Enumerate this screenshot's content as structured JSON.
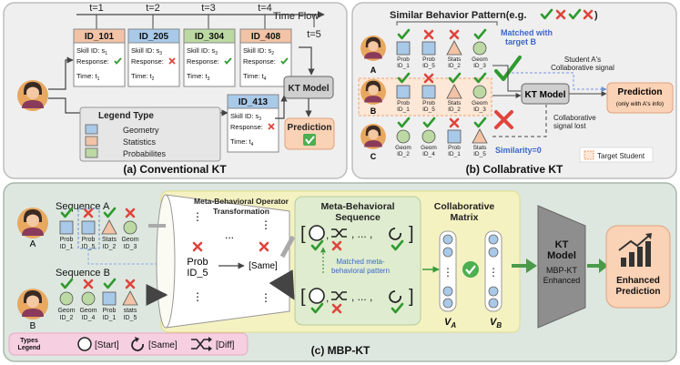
{
  "panel_a": {
    "caption": "(a) Conventional KT",
    "t_labels": [
      "t=1",
      "t=2",
      "t=3",
      "t=4",
      "t=5"
    ],
    "time_flow": "Time Flow",
    "cards": [
      {
        "id": "ID_101",
        "skill_label": "Skill ID: s",
        "skill_sub": "1",
        "response": "Response:",
        "time_label": "Time: t",
        "time_sub": "1",
        "correct": true,
        "color": "#f2c3a6"
      },
      {
        "id": "ID_205",
        "skill_label": "Skill ID: s",
        "skill_sub": "3",
        "response": "Response:",
        "time_label": "Time: t",
        "time_sub": "2",
        "correct": false,
        "color": "#a9c9e8"
      },
      {
        "id": "ID_304",
        "skill_label": "Skill ID: s",
        "skill_sub": "3",
        "response": "Response:",
        "time_label": "Time: t",
        "time_sub": "3",
        "correct": true,
        "color": "#bcd9a4"
      },
      {
        "id": "ID_408",
        "skill_label": "Skill ID: s",
        "skill_sub": "2",
        "response": "Response:",
        "time_label": "Time: t",
        "time_sub": "4",
        "correct": true,
        "color": "#f2c3a6"
      },
      {
        "id": "ID_413",
        "skill_label": "Skill ID: s",
        "skill_sub": "3",
        "response": "Response:",
        "time_label": "Time: t",
        "time_sub": "4",
        "correct": false,
        "color": "#a9c9e8"
      }
    ],
    "kt_model": "KT Model",
    "prediction": "Prediction",
    "legend_title": "Legend Type",
    "legend_items": [
      {
        "label": "Geometry",
        "color": "#a9c9e8"
      },
      {
        "label": "Statistics",
        "color": "#f2c3a6"
      },
      {
        "label": "Probabilites",
        "color": "#bcd9a4"
      }
    ]
  },
  "panel_b": {
    "caption": "(b) Collabrative KT",
    "title": "Similar Behavior Pattern(e.g.",
    "title_end": ")",
    "students": [
      "A",
      "B",
      "C"
    ],
    "row_a": [
      "Prob\nID_1",
      "Prob\nID_5",
      "Stats\nID_2",
      "Geom\nID_3"
    ],
    "row_b": [
      "Prob\nID_1",
      "Prob\nID_5",
      "Stats\nID_2",
      "Geom\nID_3"
    ],
    "row_c": [
      "Geom\nID_2",
      "Geom\nID_4",
      "Prob\nID_1",
      "Stats\nID_5"
    ],
    "matched": "Matched with\ntarget B",
    "kt_model": "KT Model",
    "signal": "Student A's\nCollaborative signal",
    "prediction": "Prediction",
    "prediction_sub": "(only with A's info)",
    "signal_lost": "Collaborative\nsignal lost",
    "similarity": "Similarity=0",
    "target_legend": "Target Student"
  },
  "panel_c": {
    "caption": "(c) MBP-KT",
    "seq_a": "Sequence A",
    "seq_b": "Sequence B",
    "student_a": "A",
    "student_b": "B",
    "row_a": [
      "Prob\nID_1",
      "Prob\nID_5",
      "Stats\nID_2",
      "Geom\nID_3"
    ],
    "row_b": [
      "Geom\nID_2",
      "Geom\nID_4",
      "Prob\nID_1",
      "stats\nID_5"
    ],
    "operator_title": "Meta-Behavioral Operator\nTransformation",
    "prob_id5": "Prob\nID_5",
    "same_token": "[Same]",
    "ellipsis": "...",
    "mb_seq_title": "Meta-Behavioral\nSequence",
    "matched_pattern": "Matched meta-\nbehavioral pattern",
    "collab_title": "Collaborative\nMatrix",
    "va": "V",
    "va_sub": "A",
    "vb": "V",
    "vb_sub": "B",
    "kt_model": "KT\nModel",
    "kt_sub": "MBP-KT\nEnhanced",
    "enhanced": "Enhanced\nPrediction",
    "legend_title": "Types\nLegend",
    "legend_start": "[Start]",
    "legend_same": "[Same]",
    "legend_diff": "[Diff]"
  }
}
